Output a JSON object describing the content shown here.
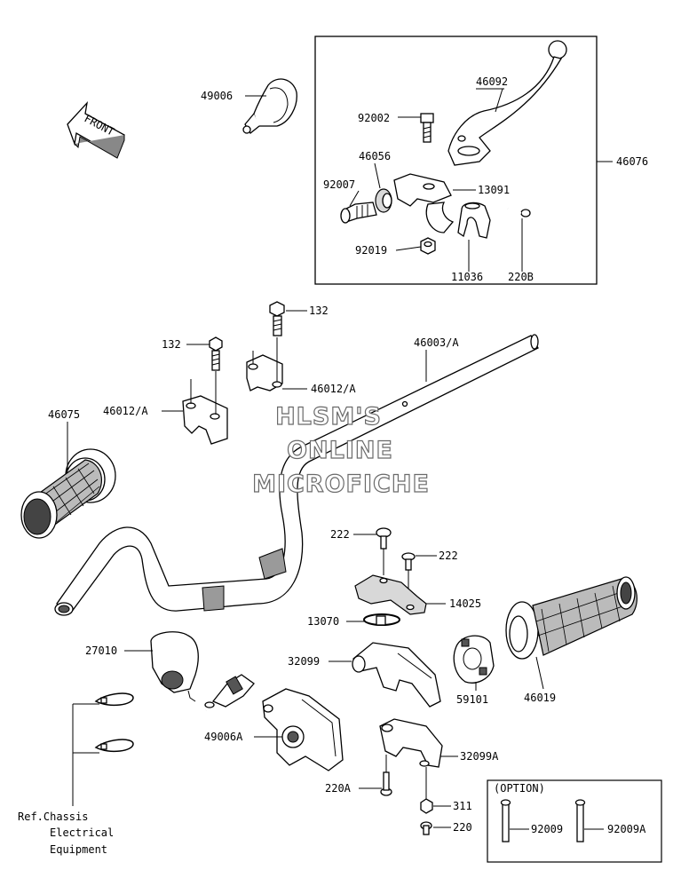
{
  "callouts": {
    "p49006": "49006",
    "p46092": "46092",
    "p92002": "92002",
    "p46056": "46056",
    "p92007": "92007",
    "p13091": "13091",
    "p46076": "46076",
    "p92019": "92019",
    "p11036": "11036",
    "p220B": "220B",
    "p132a": "132",
    "p132b": "132",
    "p46003A": "46003/A",
    "p46012Aa": "46012/A",
    "p46012Ab": "46012/A",
    "p46075": "46075",
    "p222a": "222",
    "p222b": "222",
    "p14025": "14025",
    "p13070": "13070",
    "p27010": "27010",
    "p32099": "32099",
    "p59101": "59101",
    "p46019": "46019",
    "p49006A": "49006A",
    "p32099A": "32099A",
    "p220A": "220A",
    "p311": "311",
    "p220": "220",
    "p92009": "92009",
    "p92009A": "92009A"
  },
  "front_arrow": "FRONT",
  "option_box": {
    "title": "(OPTION)"
  },
  "reference": {
    "line1": "Ref.Chassis",
    "line2": "Electrical",
    "line3": "Equipment"
  },
  "watermark": {
    "line1": "HLSM'S",
    "line2": "ONLINE",
    "line3": "MICROFICHE"
  }
}
